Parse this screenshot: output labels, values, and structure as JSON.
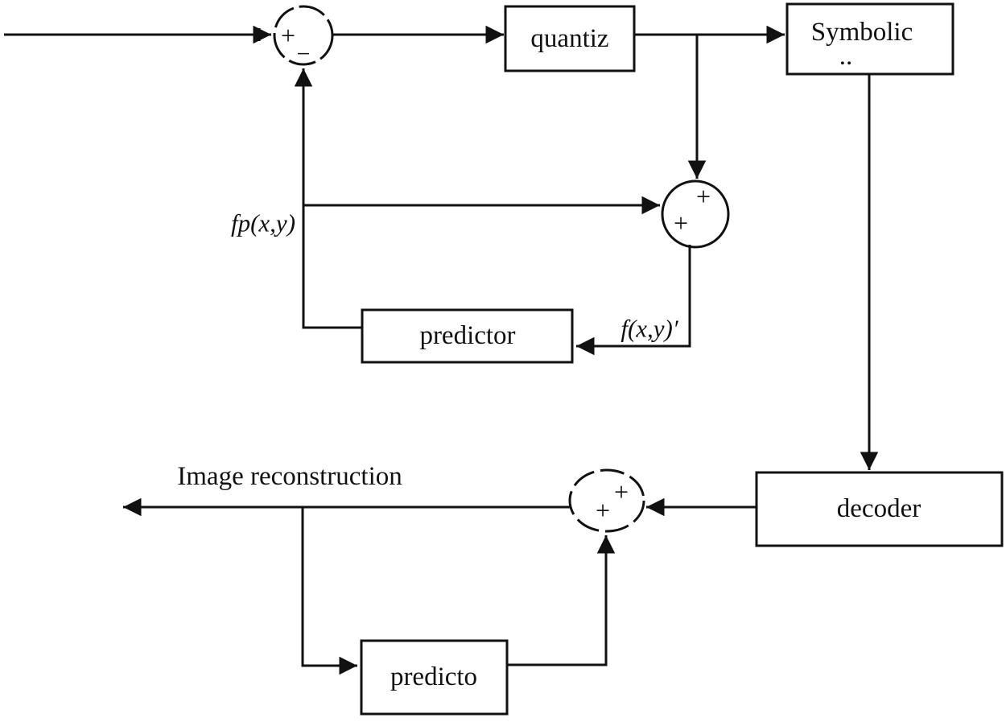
{
  "colors": {
    "ink": "#111111",
    "background": "#ffffff"
  },
  "blocks": {
    "quantizer": {
      "label": "quantiz"
    },
    "symbolic_encoder": {
      "label": "Symbolic",
      "label_truncated": ".."
    },
    "predictor_top": {
      "label": "predictor"
    },
    "decoder": {
      "label": "decoder"
    },
    "predictor_bottom": {
      "label": "predicto"
    }
  },
  "adders": {
    "input_subtractor": {
      "plus": "+",
      "minus": "−"
    },
    "encoder_adder": {
      "plus_top": "+",
      "plus_left": "+"
    },
    "decoder_adder": {
      "plus_top": "+",
      "plus_left": "+"
    }
  },
  "signal_labels": {
    "prediction": "fp(x,y)",
    "reconstruction": "f(x,y)′",
    "output": "Image reconstruction"
  }
}
